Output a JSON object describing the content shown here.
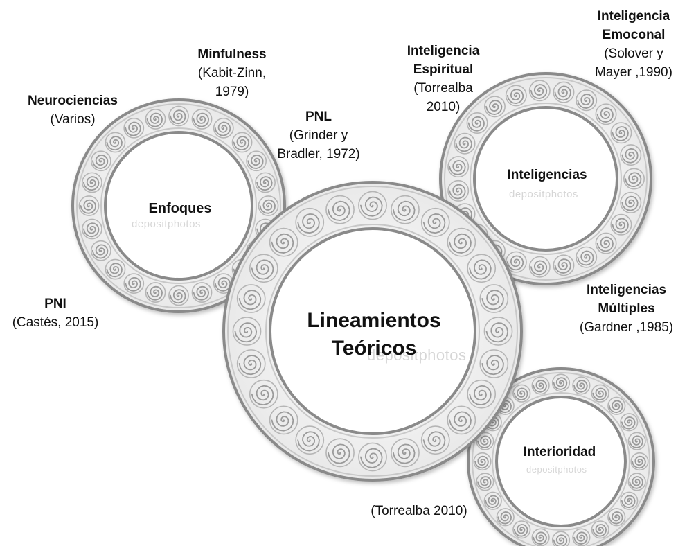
{
  "rings": [
    {
      "id": "enfoques",
      "label": "Enfoques"
    },
    {
      "id": "inteligencias",
      "label": "Inteligencias"
    },
    {
      "id": "lineamientos",
      "label_line1": "Lineamientos",
      "label_line2": "Teóricos"
    },
    {
      "id": "interioridad",
      "label": "Interioridad"
    }
  ],
  "annotations": {
    "neurociencias": {
      "title": "Neurociencias",
      "source": "(Varios)"
    },
    "minfulness": {
      "title": "Minfulness",
      "source_line1": "(Kabit-Zinn,",
      "source_line2": "1979)"
    },
    "pnl": {
      "title": "PNL",
      "source_line1": "(Grinder y",
      "source_line2": "Bradler, 1972)"
    },
    "pni": {
      "title": "PNI",
      "source": "(Castés, 2015)"
    },
    "inteligencia_espiritual": {
      "title_line1": "Inteligencia",
      "title_line2": "Espiritual",
      "source_line1": "(Torrealba",
      "source_line2": "2010)"
    },
    "inteligencia_emocional": {
      "title_line1": "Inteligencia",
      "title_line2": "Emoconal",
      "source_line1": "(Solover y",
      "source_line2": "Mayer ,1990)"
    },
    "inteligencias_multiples": {
      "title_line1": "Inteligencias",
      "title_line2": "Múltiples",
      "source": "(Gardner ,1985)"
    },
    "interioridad_source": {
      "source": "(Torrealba 2010)"
    }
  },
  "watermark": "depositphotos",
  "colors": {
    "ring_outer": "#8a8a8a",
    "ring_light": "#f2f2f2",
    "spiral": "#9a9a9a",
    "text": "#111111"
  }
}
